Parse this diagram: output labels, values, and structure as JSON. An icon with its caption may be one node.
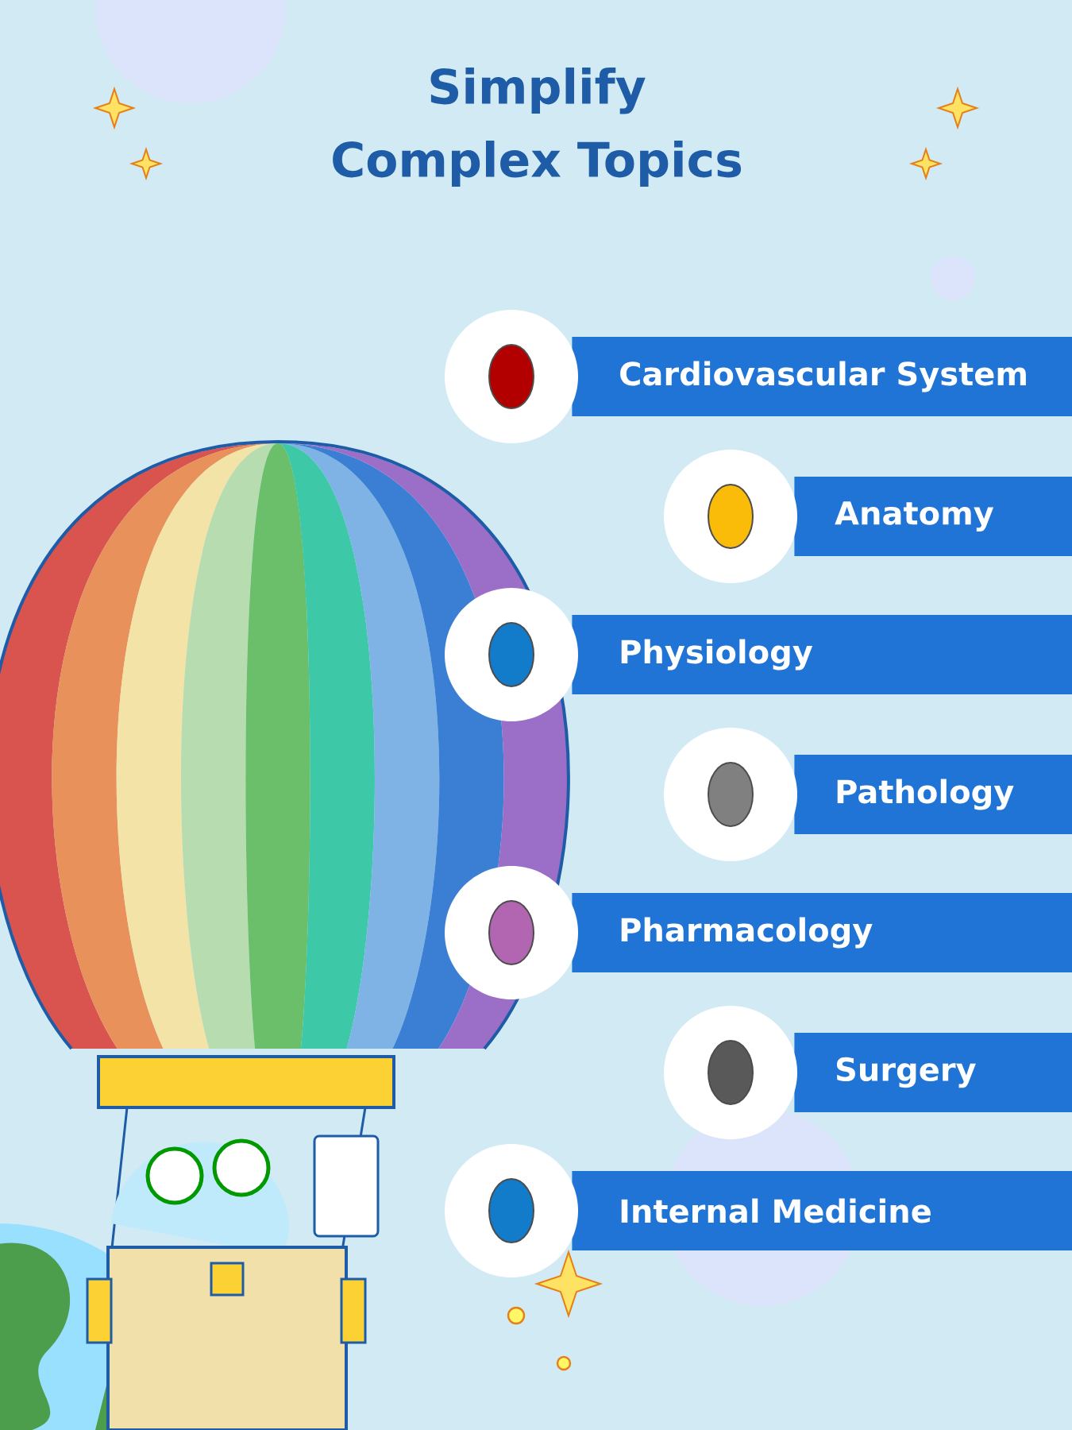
{
  "diagram": {
    "title": "Simplify Complex Topics",
    "nodes": [
      {
        "text": [
          "Cardiovascular System"
        ]
      },
      {
        "text": [
          "Anatomy"
        ]
      },
      {
        "text": [
          "Physiology"
        ]
      },
      {
        "text": [
          "Pathology"
        ]
      },
      {
        "text": [
          "Pharmacology"
        ]
      },
      {
        "text": [
          "Surgery"
        ]
      },
      {
        "text": [
          "Internal Medicine"
        ]
      }
    ]
  }
}
